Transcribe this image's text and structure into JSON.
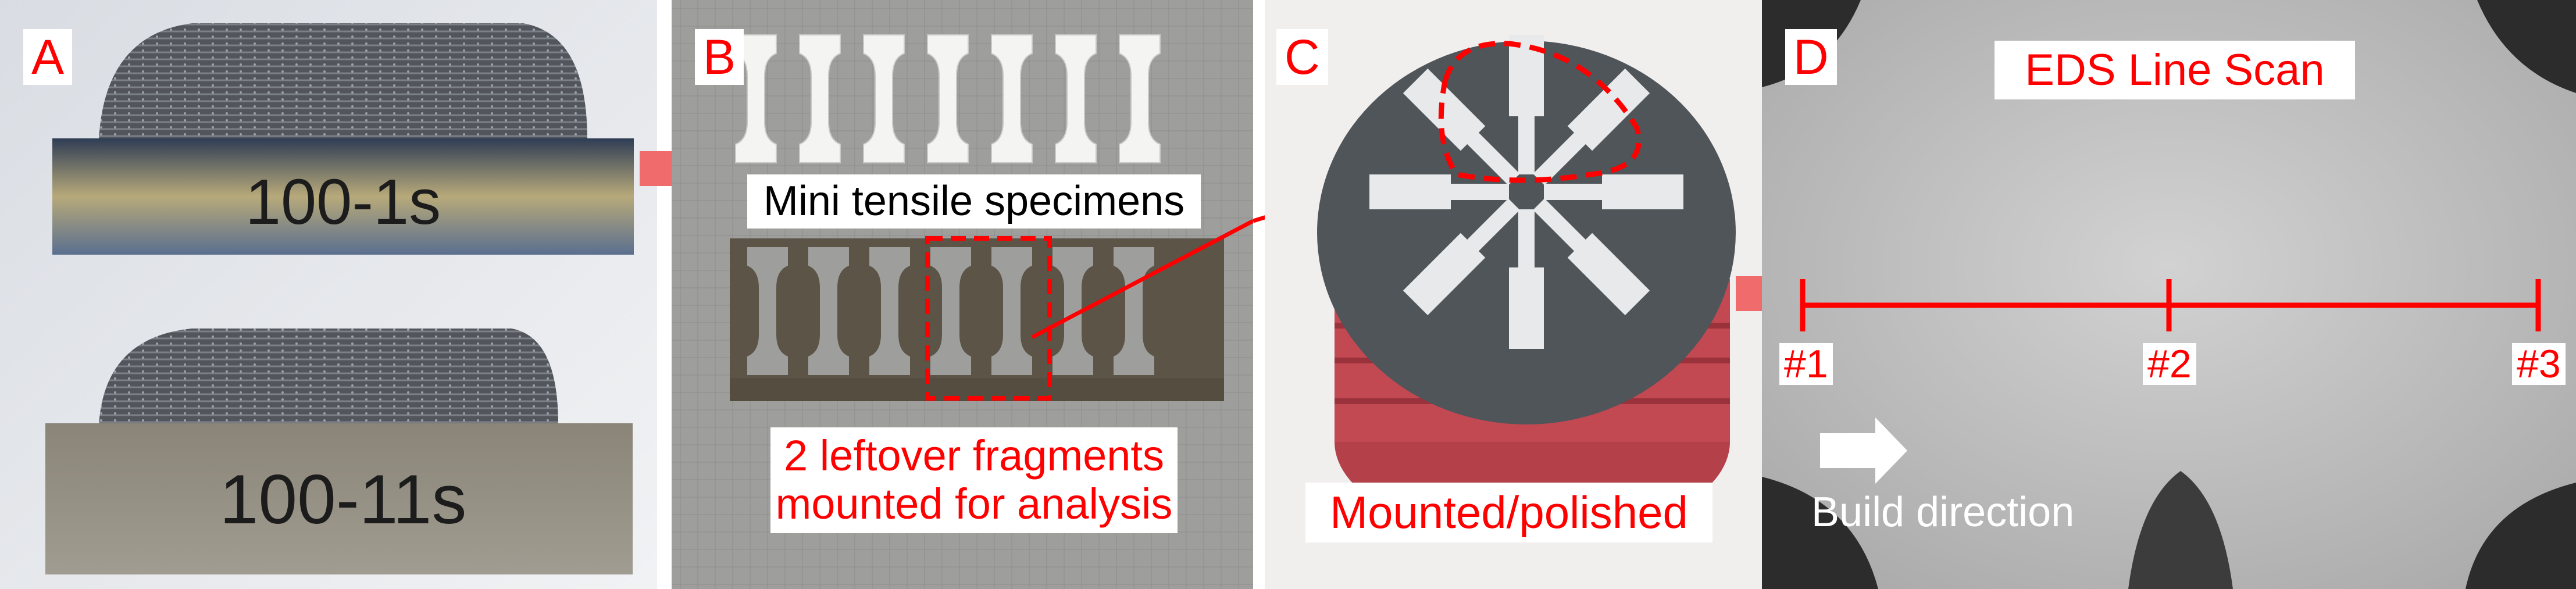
{
  "panels": {
    "a": {
      "label": "A",
      "specimen_top_text": "100-1s",
      "specimen_bottom_text": "100-11s"
    },
    "b": {
      "label": "B",
      "caption_top": "Mini tensile specimens",
      "caption_bottom": "2 leftover fragments mounted for analysis"
    },
    "c": {
      "label": "C",
      "caption": "Mounted/polished"
    },
    "d": {
      "label": "D",
      "title": "EDS Line Scan",
      "markers": [
        "#1",
        "#2",
        "#3"
      ],
      "arrow_caption": "Build direction"
    }
  },
  "colors": {
    "accent": "#ff0000",
    "arrow_fill": "#f06b6b"
  }
}
